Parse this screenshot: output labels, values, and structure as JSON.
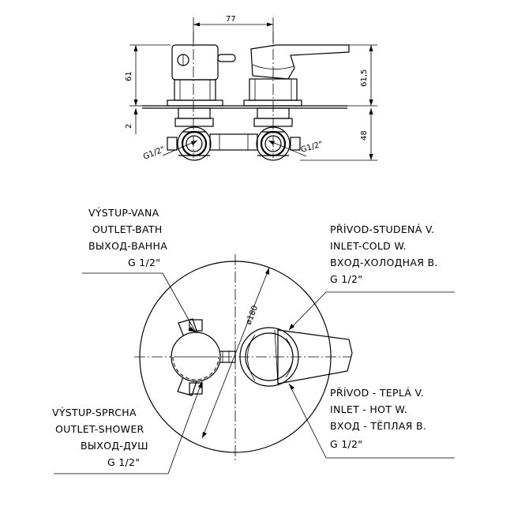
{
  "dimensions": {
    "width_top": "77",
    "height_left": "61",
    "height_right": "61,5",
    "wall_gap": "2",
    "pipe_depth": "48",
    "thread_left": "G1/2\"",
    "thread_right": "G1/2\"",
    "diameter": "ø180"
  },
  "labels": {
    "outlet_bath": [
      "VÝSTUP-VANA",
      "OUTLET-BATH",
      "ВЫХОД-ВАННА",
      "G 1/2\""
    ],
    "inlet_cold": [
      "PŘÍVOD-STUDENÁ V.",
      "INLET-COLD W.",
      "ВХОД-ХОЛОДНАЯ В.",
      "G 1/2\""
    ],
    "outlet_shower": [
      "VÝSTUP-SPRCHA",
      "OUTLET-SHOWER",
      "ВЫХОД-ДУШ",
      "G 1/2\""
    ],
    "inlet_hot": [
      "PŘÍVOD - TEPLÁ V.",
      "INLET - HOT W.",
      "ВХОД - ТЁПЛАЯ В.",
      "G 1/2\""
    ]
  }
}
